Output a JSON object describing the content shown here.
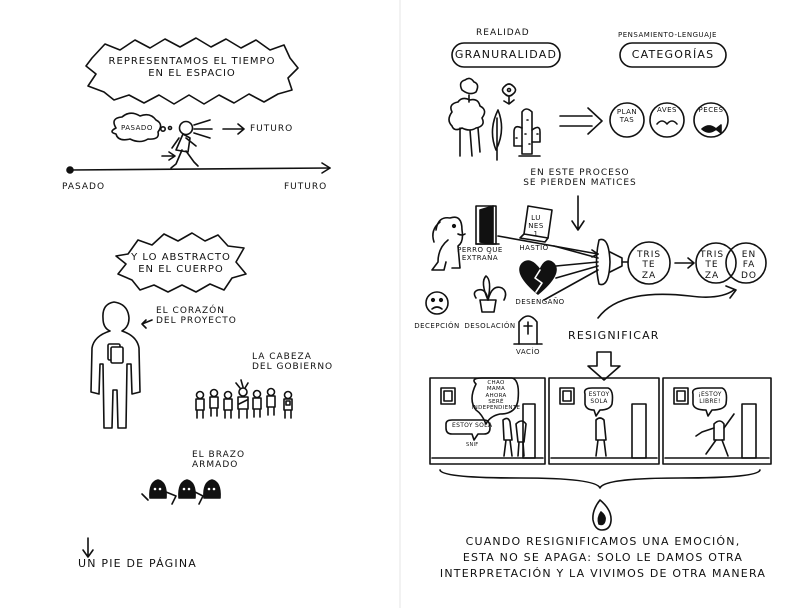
{
  "left": {
    "burst_time": {
      "line1": "REPRESENTAMOS EL TIEMPO",
      "line2": "EN EL ESPACIO"
    },
    "pasado_bubble": "PASADO",
    "futuro_arrow": "FUTURO",
    "timeline_past": "PASADO",
    "timeline_future": "FUTURO",
    "burst_body": {
      "line1": "Y LO ABSTRACTO",
      "line2": "EN EL CUERPO"
    },
    "heart": {
      "line1": "EL CORAZÓN",
      "line2": "DEL PROYECTO"
    },
    "head": {
      "line1": "LA CABEZA",
      "line2": "DEL GOBIERNO"
    },
    "arm": {
      "line1": "EL BRAZO",
      "line2": "ARMADO"
    },
    "footer": "UN PIE DE PÁGINA"
  },
  "right": {
    "reality_label": "REALIDAD",
    "granularity_label": "GRANURALIDAD",
    "thought_label": "PENSAMIENTO-LENGUAJE",
    "categories_label": "CATEGORÍAS",
    "categories": {
      "plants": {
        "line1": "PLAN",
        "line2": "TAS"
      },
      "birds": "AVES",
      "fish": "PECES"
    },
    "process_note": {
      "line1": "EN ESTE PROCESO",
      "line2": "SE PIERDEN MATICES"
    },
    "emotions": {
      "dog": {
        "line1": "PERRO QUE",
        "line2": "EXTRAÑA"
      },
      "boredom": "HASTÍO",
      "heartbreak": "DESENGAÑO",
      "disappointment": "DECEPCIÓN",
      "desolation": "DESOLACIÓN",
      "emptiness": "VACÍO",
      "calendar": {
        "line1": "LU",
        "line2": "NES",
        "line3": "1"
      }
    },
    "sadness": {
      "line1": "TRIS",
      "line2": "TE",
      "line3": "ZA"
    },
    "sadness2": {
      "line1": "TRIS",
      "line2": "TE",
      "line3": "ZA"
    },
    "anger": {
      "line1": "EN",
      "line2": "FA",
      "line3": "DO"
    },
    "resignify": "RESIGNIFICAR",
    "comic": {
      "p1_big": {
        "line1": "CHAO",
        "line2": "MAMA",
        "line3": "AHORA",
        "line4": "SERÉ",
        "line5": "INDEPENDIENTE"
      },
      "p1_small": {
        "line1": "ESTOY SOLA"
      },
      "p1_tiny": "SNIF",
      "p2": {
        "line1": "ESTOY",
        "line2": "SOLA"
      },
      "p3": {
        "line1": "¡ESTOY",
        "line2": "LIBRE!"
      }
    },
    "conclusion": {
      "line1": "CUANDO RESIGNIFICAMOS UNA EMOCIÓN,",
      "line2": "ESTA NO SE APAGA: SOLO LE DAMOS OTRA",
      "line3": "INTERPRETACIÓN Y LA VIVIMOS DE OTRA MANERA"
    }
  }
}
